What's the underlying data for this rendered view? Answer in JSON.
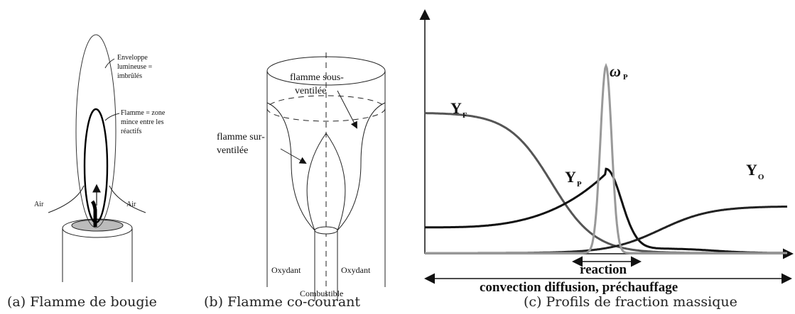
{
  "panel_a": {
    "caption": "(a) Flamme de bougie",
    "label_envelope": [
      "Enveloppe",
      "lumineuse =",
      "imbrûlés"
    ],
    "label_flame": [
      "Flamme = zone",
      "mince entre les",
      "réactifs"
    ],
    "label_air_left": "Air",
    "label_air_right": "Air"
  },
  "panel_b": {
    "caption": "(b) Flamme co-courant",
    "label_under": [
      "flamme sous-",
      "ventilée"
    ],
    "label_over": [
      "flamme sur-",
      "ventilée"
    ],
    "label_oxidant_left": "Oxydant",
    "label_oxidant_right": "Oxydant",
    "label_fuel": "Combustible"
  },
  "panel_c": {
    "caption": "(c) Profils de fraction massique",
    "label_YF": "Y",
    "label_YF_sub": "F",
    "label_YP": "Y",
    "label_YP_sub": "P",
    "label_YO": "Y",
    "label_YO_sub": "O",
    "label_omega": "ω",
    "label_omega_sub": "P",
    "label_reaction": "reaction",
    "label_convection": "convection diffusion, préchauffage",
    "colors": {
      "YF": "#555555",
      "YP": "#111111",
      "YO": "#222222",
      "omega": "#999999"
    }
  },
  "chart_data": {
    "type": "line",
    "title": "",
    "xlabel": "",
    "ylabel": "",
    "x_range": [
      0,
      1
    ],
    "y_range": [
      0,
      1
    ],
    "series": [
      {
        "name": "Y_F",
        "x": [
          0.0,
          0.1,
          0.2,
          0.3,
          0.4,
          0.5,
          0.55,
          0.6,
          0.7,
          1.0
        ],
        "y": [
          0.6,
          0.58,
          0.52,
          0.38,
          0.2,
          0.06,
          0.02,
          0.0,
          0.0,
          0.0
        ]
      },
      {
        "name": "Y_P",
        "x": [
          0.0,
          0.2,
          0.4,
          0.5,
          0.5,
          0.55,
          0.6,
          0.7,
          1.0
        ],
        "y": [
          0.11,
          0.12,
          0.17,
          0.26,
          0.34,
          0.21,
          0.06,
          0.02,
          0.0
        ]
      },
      {
        "name": "Y_O",
        "x": [
          0.0,
          0.5,
          0.55,
          0.6,
          0.7,
          0.8,
          0.9,
          1.0
        ],
        "y": [
          0.0,
          0.0,
          0.02,
          0.07,
          0.13,
          0.17,
          0.19,
          0.2
        ]
      },
      {
        "name": "ω_P",
        "x": [
          0.0,
          0.45,
          0.48,
          0.5,
          0.52,
          0.55,
          1.0
        ],
        "y": [
          0.0,
          0.0,
          0.2,
          0.8,
          0.2,
          0.0,
          0.0
        ]
      }
    ]
  }
}
